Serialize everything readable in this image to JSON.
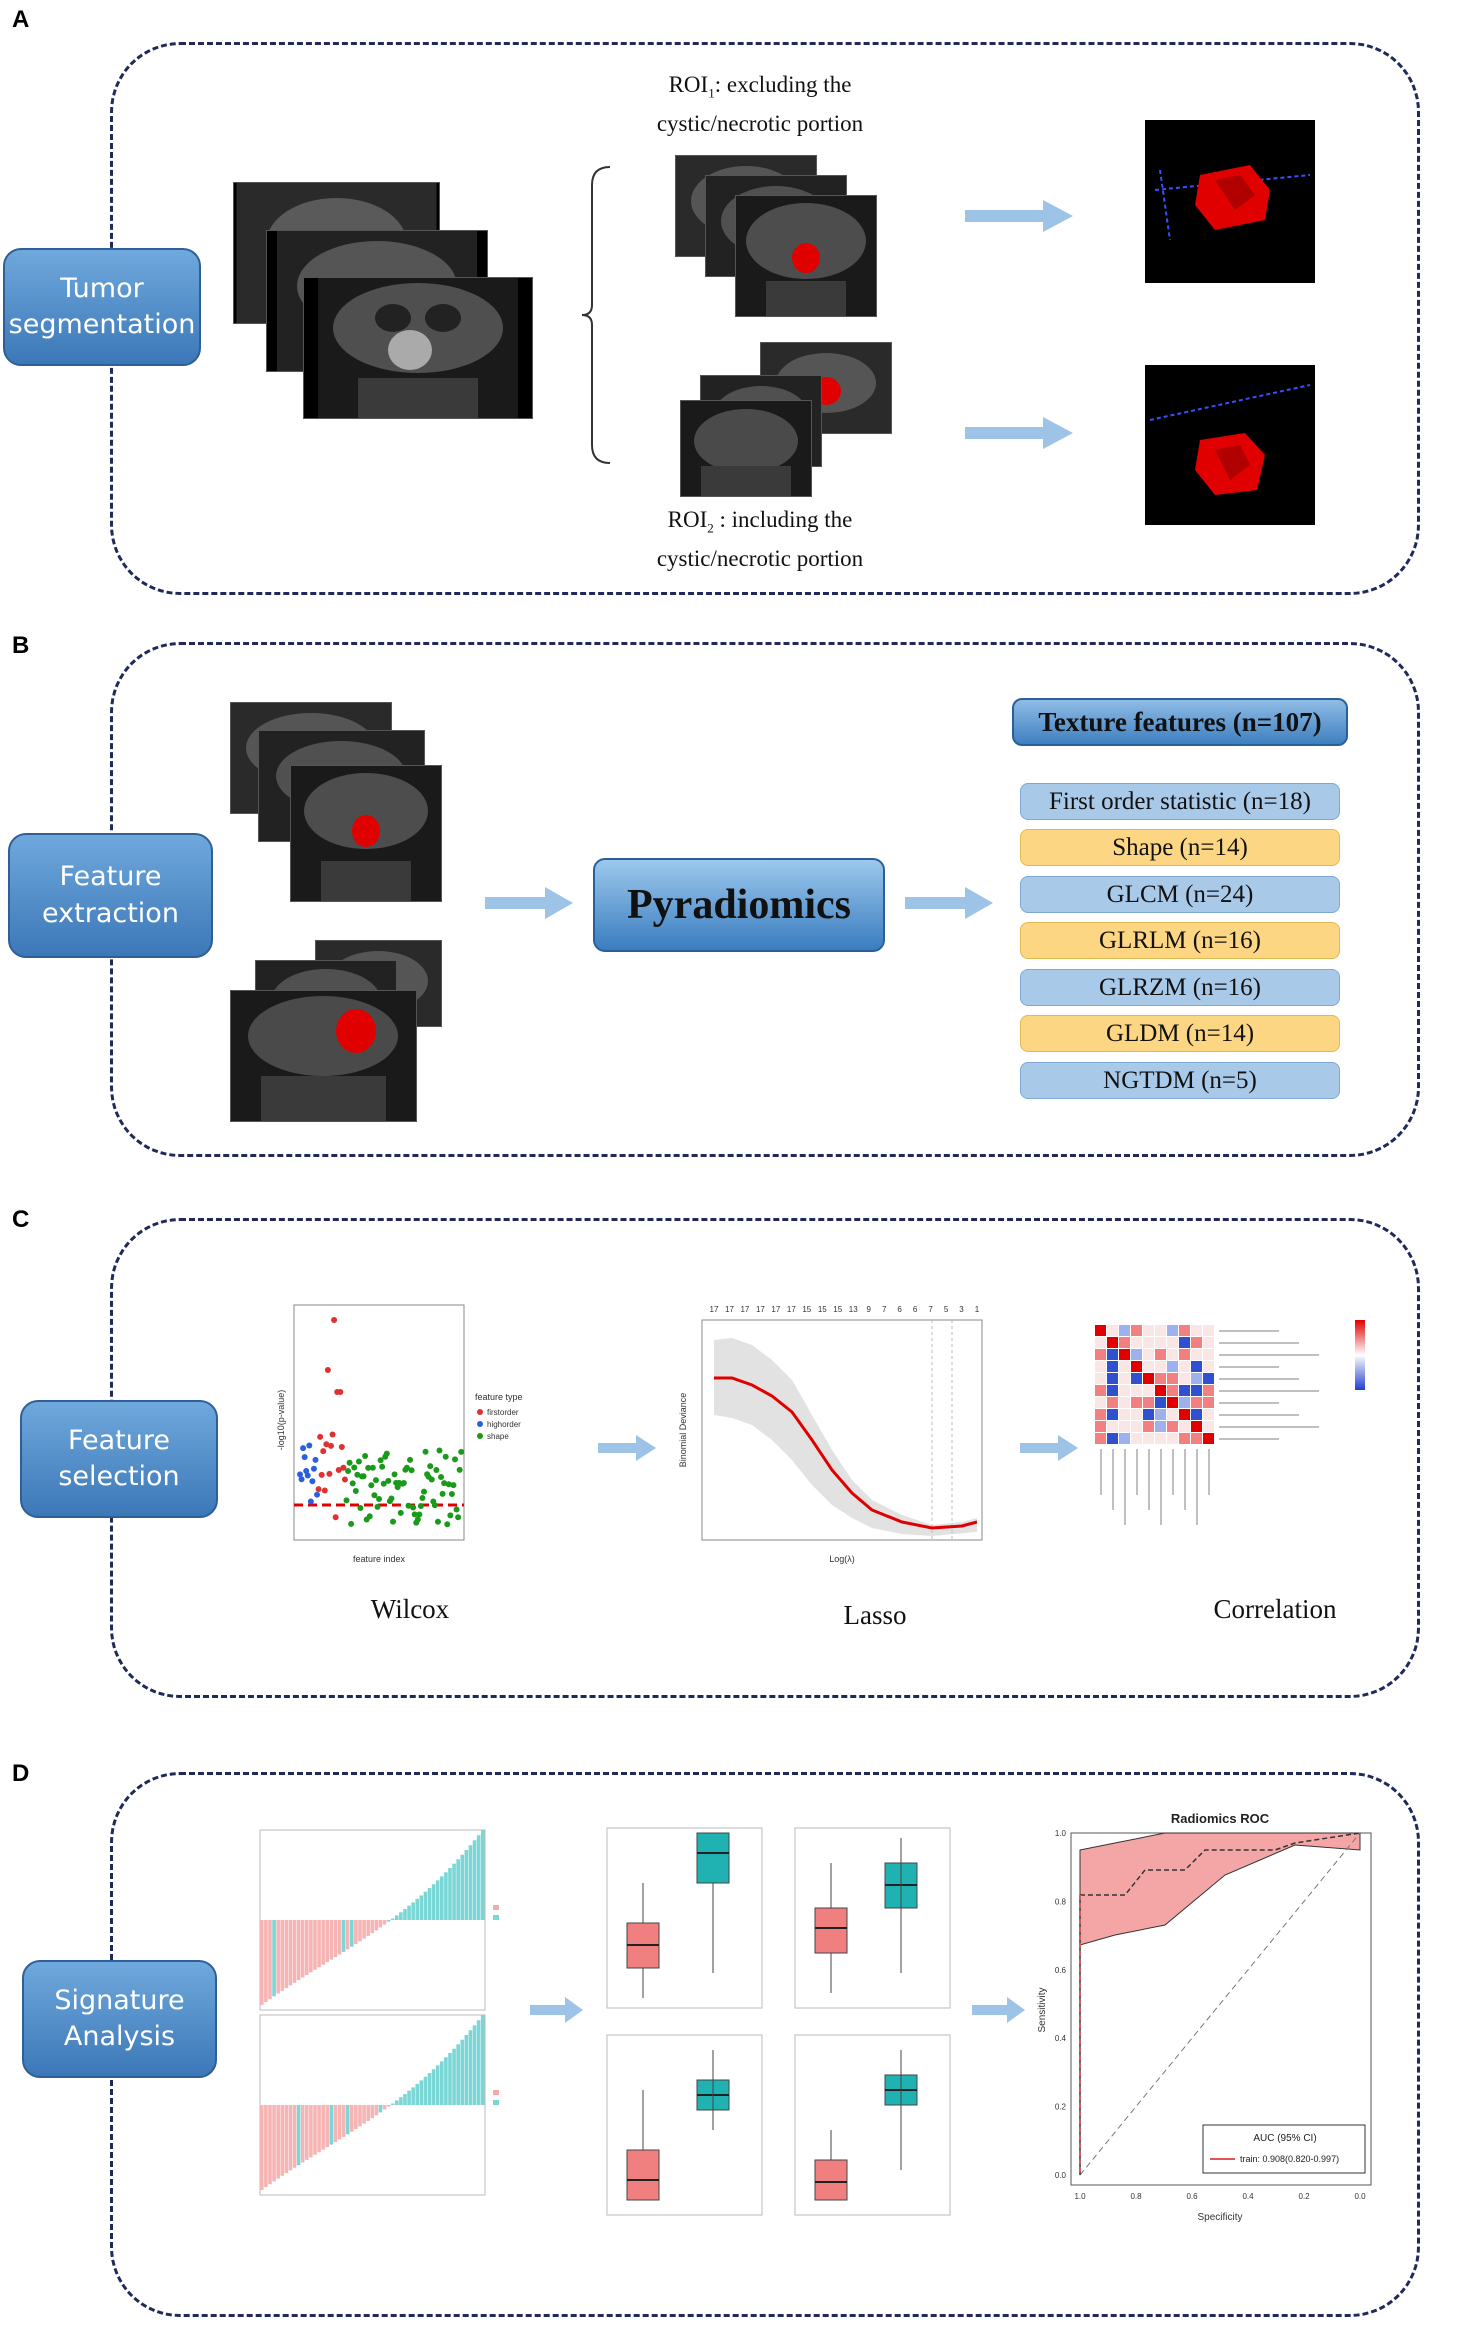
{
  "panels": {
    "a": {
      "letter": "A",
      "stage": [
        "Tumor",
        "segmentation"
      ],
      "roi1_prefix": "ROI",
      "roi1_sub": "1",
      "roi1_rest": ": excluding the",
      "roi1_line2": "cystic/necrotic portion",
      "roi2_prefix": "ROI",
      "roi2_sub": "2",
      "roi2_rest": " : including the",
      "roi2_line2": "cystic/necrotic portion"
    },
    "b": {
      "letter": "B",
      "stage": [
        "Feature",
        "extraction"
      ],
      "center_label": "Pyradiomics",
      "header": "Texture features (n=107)",
      "features": [
        "First order statistic (n=18)",
        "Shape (n=14)",
        "GLCM (n=24)",
        "GLRLM (n=16)",
        "GLRZM (n=16)",
        "GLDM (n=14)",
        "NGTDM (n=5)"
      ]
    },
    "c": {
      "letter": "C",
      "stage": [
        "Feature",
        "selection"
      ],
      "captions": [
        "Wilcox",
        "Lasso",
        "Correlation"
      ],
      "wilcox_xlabel": "feature index",
      "wilcox_ylabel": "-log10(p-value)",
      "wilcox_legend_title": "feature type",
      "wilcox_legend": [
        "firstorder",
        "highorder",
        "shape"
      ],
      "lasso_xlabel": "Log(λ)",
      "lasso_ylabel": "Binomial Deviance",
      "lasso_top": [
        "17",
        "17",
        "17",
        "17",
        "17",
        "17",
        "15",
        "15",
        "15",
        "13",
        "9",
        "7",
        "6",
        "6",
        "7",
        "5",
        "3",
        "1"
      ]
    },
    "d": {
      "letter": "D",
      "stage": [
        "Signature",
        "Analysis"
      ],
      "roc_title": "Radiomics ROC",
      "roc_xlabel": "Specificity",
      "roc_ylabel": "Sensitivity",
      "roc_legend_title": "AUC (95% CI)",
      "roc_legend_entry": "train: 0.908(0.820-0.997)",
      "roc_xticks": [
        "1.0",
        "0.8",
        "0.6",
        "0.4",
        "0.2",
        "0.0"
      ],
      "roc_yticks": [
        "0.0",
        "0.2",
        "0.4",
        "0.6",
        "0.8",
        "1.0"
      ]
    }
  },
  "colors": {
    "frame": "#1f2a5a",
    "stage": "#3c78b8",
    "arrow": "#9dc3e6",
    "tf_blue": "#a9c9e9",
    "tf_yellow": "#fcd682",
    "tumor": "#e00000"
  }
}
